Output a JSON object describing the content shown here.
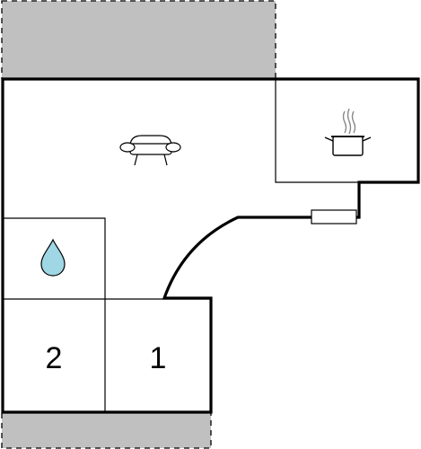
{
  "floorplan": {
    "colors": {
      "wall": "#000000",
      "thin_line": "#000000",
      "outdoor_area": "#c0c0c0",
      "water_drop": "#9fd7e5",
      "background": "#ffffff"
    },
    "outdoor_areas": [
      "terrace",
      "terrace"
    ],
    "rooms": [
      {
        "type": "living room",
        "icon": "sofa-icon"
      },
      {
        "type": "kitchen",
        "icon": "cooking-pot-icon"
      },
      {
        "type": "bathroom",
        "icon": "water-drop-icon"
      },
      {
        "type": "bedroom",
        "label": "2"
      },
      {
        "type": "bedroom",
        "label": "1"
      }
    ],
    "fixtures": [
      {
        "type": "radiator",
        "icon": "radiator-icon"
      }
    ],
    "doors": [
      {
        "type": "curved-wall"
      }
    ]
  }
}
